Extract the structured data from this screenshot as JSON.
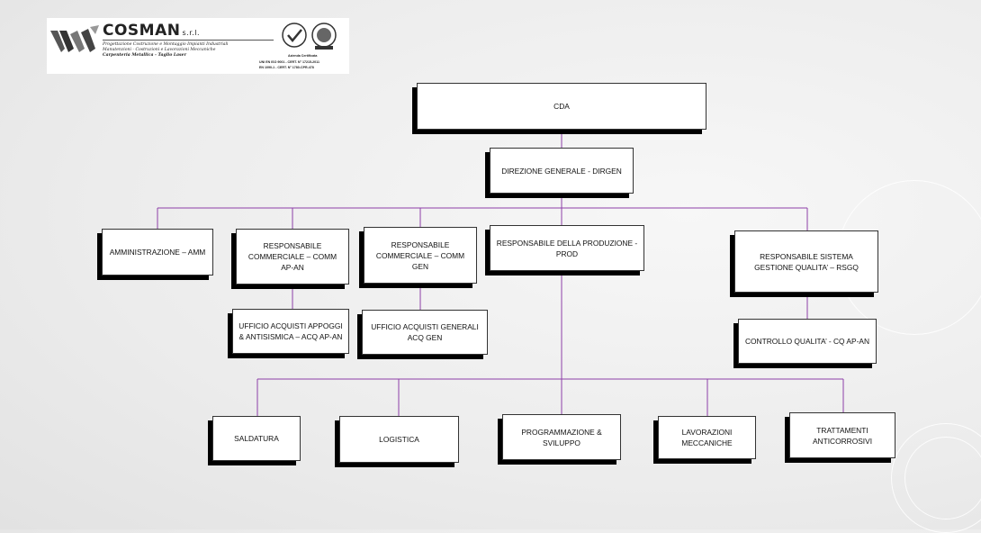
{
  "logo": {
    "brand": "COSMAN",
    "suffix": "s.r.l.",
    "tagline": [
      "Progettazione Costruzione e Montaggio Impianti Industriali",
      "Manutenzioni - Costruzioni e Lavorazioni Meccaniche",
      "Carpenteria Metallica - Taglio Laser"
    ],
    "cert_title": "Azienda Certificata",
    "cert_lines": [
      "UNI EN ISO 9001 - CERT. N° 17215-2011",
      "EN 1090-1 - CERT. N° 1780-CPR-478"
    ]
  },
  "chart": {
    "nodes": {
      "cda": "CDA",
      "dirgen": "DIREZIONE GENERALE - DIRGEN",
      "amm": "AMMINISTRAZIONE – AMM",
      "comm_apan": "RESPONSABILE COMMERCIALE – COMM AP-AN",
      "comm_gen": "RESPONSABILE COMMERCIALE – COMM GEN",
      "prod": "RESPONSABILE DELLA PRODUZIONE - PROD",
      "rsgq": "RESPONSABILE SISTEMA GESTIONE QUALITA’ – RSGQ",
      "acq_apan": "UFFICIO ACQUISTI APPOGGI & ANTISISMICA – ACQ AP-AN",
      "acq_gen": "UFFICIO ACQUISTI GENERALI ACQ GEN",
      "cq": "CONTROLLO QUALITA’ - CQ AP-AN",
      "saldatura": "SALDATURA",
      "logistica": "LOGISTICA",
      "programmazione": "PROGRAMMAZIONE & SVILUPPO",
      "lavorazioni": "LAVORAZIONI MECCANICHE",
      "trattamenti": "TRATTAMENTI ANTICORROSIVI"
    }
  }
}
